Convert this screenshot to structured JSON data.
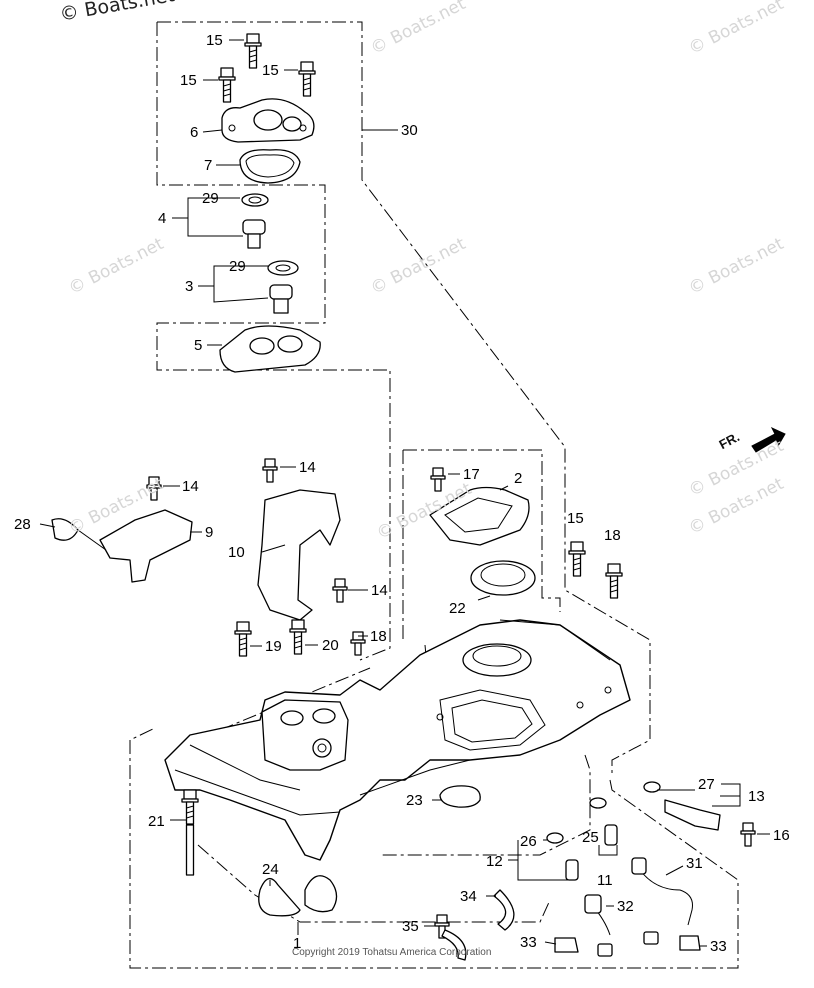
{
  "watermark_main": "© Boats.net",
  "watermarks": [
    "© Boats.net",
    "© Boats.net",
    "© Boats.net",
    "© Boats.net",
    "© Boats.net",
    "© Boats.net",
    "© Boats.net",
    "© Boats.net",
    "© Boats.net"
  ],
  "copyright": "Copyright 2019 Tohatsu America Corporation",
  "direction_label": "FR.",
  "callouts": {
    "c1": "1",
    "c2": "2",
    "c3": "3",
    "c4": "4",
    "c5": "5",
    "c6": "6",
    "c7": "7",
    "c9": "9",
    "c10": "10",
    "c11": "11",
    "c12": "12",
    "c13": "13",
    "c14a": "14",
    "c14b": "14",
    "c14c": "14",
    "c15a": "15",
    "c15b": "15",
    "c15c": "15",
    "c15d": "15",
    "c16": "16",
    "c17": "17",
    "c18a": "18",
    "c18b": "18",
    "c19": "19",
    "c20": "20",
    "c21": "21",
    "c22": "22",
    "c23": "23",
    "c24": "24",
    "c25": "25",
    "c26": "26",
    "c27": "27",
    "c28": "28",
    "c29a": "29",
    "c29b": "29",
    "c30": "30",
    "c31": "31",
    "c32": "32",
    "c33a": "33",
    "c33b": "33",
    "c34": "34",
    "c35": "35"
  }
}
